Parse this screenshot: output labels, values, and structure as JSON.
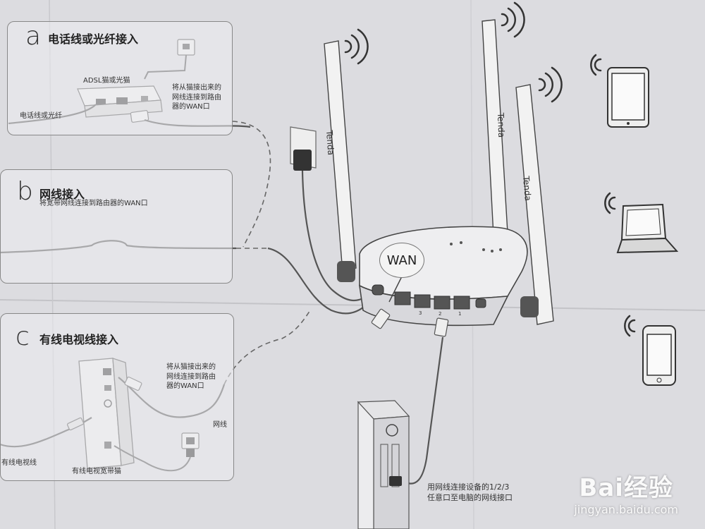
{
  "panel_a": {
    "letter": "a",
    "title": "电话线或光纤接入",
    "modem_label": "ADSL猫或光猫",
    "cable_label": "电话线或光纤",
    "note": [
      "将从猫接出来的",
      "网线连接到路由",
      "器的WAN口"
    ]
  },
  "panel_b": {
    "letter": "b",
    "title": "网线接入",
    "note": "将宽带网线连接到路由器的WAN口"
  },
  "panel_c": {
    "letter": "c",
    "title": "有线电视线接入",
    "note": [
      "将从猫接出来的",
      "网线连接到路由",
      "器的WAN口"
    ],
    "cable_label": "网线",
    "tv_line_label": "有线电视线",
    "tv_modem_label": "有线电视宽带猫"
  },
  "router": {
    "brand": "Tenda",
    "wan_label": "WAN",
    "port_numbers": [
      "3",
      "2",
      "1"
    ]
  },
  "pc_note": [
    "用网线连接设备的1/2/3",
    "任意口至电脑的网线接口"
  ],
  "watermark": {
    "logo": "Bai经验",
    "url": "jingyan.baidu.com"
  },
  "colors": {
    "paper": "#dcdce0",
    "line": "#555555",
    "panel_border": "#888888"
  }
}
